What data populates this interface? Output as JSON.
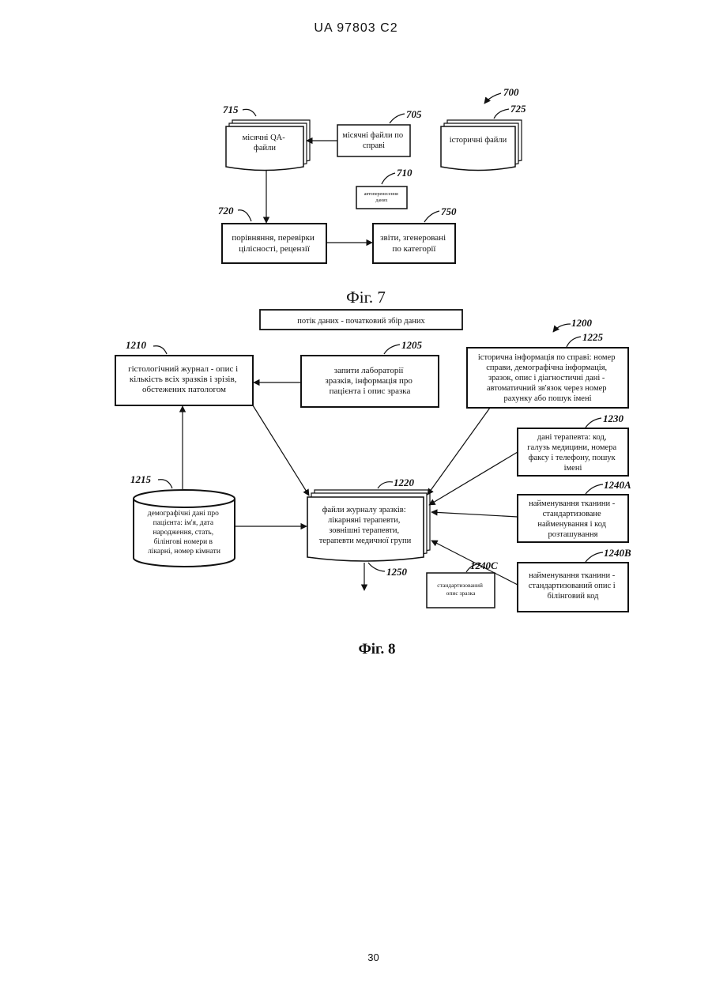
{
  "header": "UA   97803   C2",
  "page_number": "30",
  "fig7": {
    "caption": "Фіг. 7",
    "ref_700": "700",
    "ref_705": "705",
    "ref_710": "710",
    "ref_715": "715",
    "ref_720": "720",
    "ref_725": "725",
    "ref_750": "750",
    "box_715": [
      "місячні QA-",
      "файли"
    ],
    "box_705": [
      "місячні файли по",
      "справі"
    ],
    "box_725": [
      "історичні файли"
    ],
    "box_710": [
      "автоперенесення",
      "даних"
    ],
    "box_720": [
      "порівняння, перевірки",
      "цілісності, рецензії"
    ],
    "box_750": [
      "звіти, згенеровані",
      "по категорії"
    ]
  },
  "fig8": {
    "caption": "Фіг. 8",
    "title": "потік даних - початковий збір даних",
    "ref_1200": "1200",
    "ref_1205": "1205",
    "ref_1210": "1210",
    "ref_1215": "1215",
    "ref_1220": "1220",
    "ref_1225": "1225",
    "ref_1230": "1230",
    "ref_1240A": "1240A",
    "ref_1240B": "1240B",
    "ref_1240C": "1240C",
    "ref_1250": "1250",
    "box_1210": [
      "гістологічний журнал - опис і",
      "кількість всіх зразків і зрізів,",
      "обстежених патологом"
    ],
    "box_1205": [
      "запити лабораторії",
      "зразків, інформація про",
      "пацієнта і опис зразка"
    ],
    "box_1225": [
      "історична інформація по справі: номер",
      "справи, демографічна інформація,",
      "зразок, опис і діагностичні дані -",
      "автоматичний зв'язок через номер",
      "рахунку або пошук імені"
    ],
    "box_1230": [
      "дані терапевта: код,",
      "галузь медицини, номера",
      "факсу і телефону, пошук",
      "імені"
    ],
    "box_1215": [
      "демографічні дані про",
      "пацієнта: ім'я, дата",
      "народження, стать,",
      "білінгові номери в",
      "лікарні, номер кімнати"
    ],
    "box_1220": [
      "файли журналу зразків:",
      "лікарняні терапевти,",
      "зовнішні терапевти,",
      "терапевти медичної групи"
    ],
    "box_1240A": [
      "найменування тканини -",
      "стандартизоване",
      "найменування і код",
      "розташування"
    ],
    "box_1240B": [
      "найменування тканини -",
      "стандартизований опис і",
      "білінговий код"
    ],
    "box_1240C": [
      "стандартизований",
      "опис зразка"
    ]
  }
}
